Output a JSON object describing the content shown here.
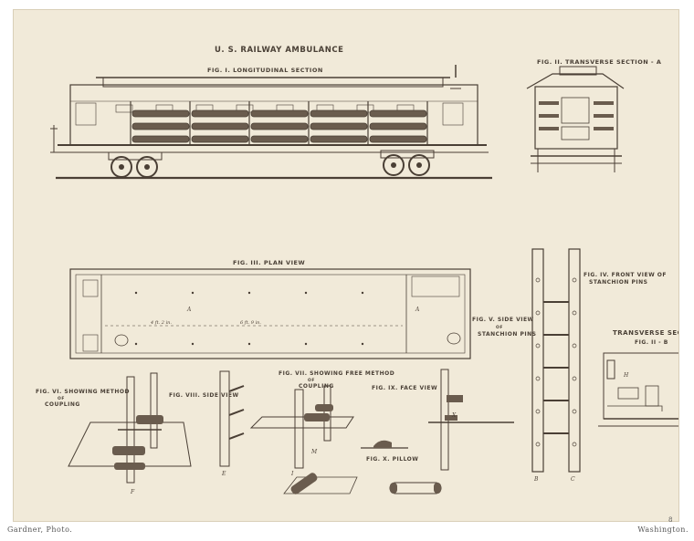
{
  "title": "U. S. RAILWAY AMBULANCE",
  "figures": {
    "fig1": "FIG. I. LONGITUDINAL SECTION",
    "fig2": "FIG. II. TRANSVERSE SECTION - A",
    "fig3": "FIG. III. PLAN VIEW",
    "fig4a": "FIG. IV. FRONT VIEW OF",
    "fig4b": "STANCHION PINS",
    "fig5a": "FIG. V. SIDE VIEW",
    "fig5b": "OF",
    "fig5c": "STANCHION PINS",
    "fig6a": "FIG. VI. SHOWING METHOD",
    "fig6b": "OF",
    "fig6c": "COUPLING",
    "fig7a": "FIG. VII. SHOWING FREE METHOD",
    "fig7b": "OF",
    "fig7c": "COUPLING",
    "fig8": "FIG. VIII. SIDE VIEW",
    "fig9": "FIG. IX. FACE VIEW",
    "fig10": "FIG. X. PILLOW",
    "fig11a": "TRANSVERSE SECTI",
    "fig11b": "FIG. II - B"
  },
  "marks": {
    "a1": "A",
    "a2": "A",
    "b": "B",
    "c": "C",
    "e": "E",
    "f": "F",
    "h": "H",
    "i": "I",
    "m": "M",
    "x": "X",
    "dim1": "4 ft. 2 in.",
    "dim2": "6 ft. 9 in."
  },
  "footer": {
    "left": "Gardner, Photo.",
    "right": "Washington.",
    "plate": "8"
  },
  "colors": {
    "paper": "#f1ead9",
    "ink": "#4a3f35"
  }
}
